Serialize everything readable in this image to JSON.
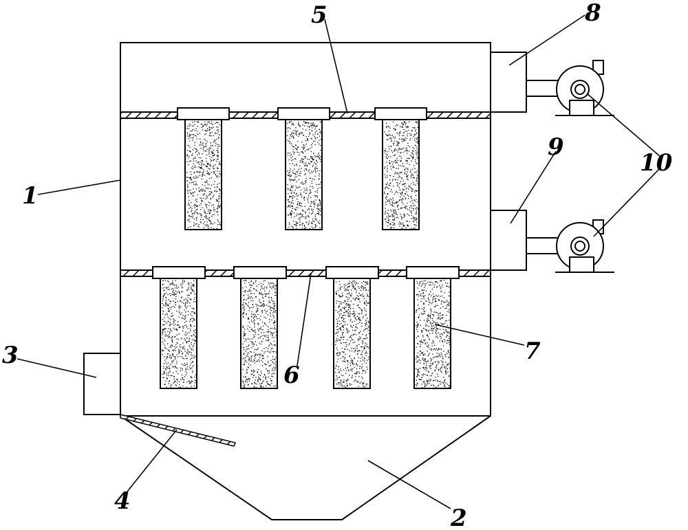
{
  "diagram": {
    "labels": {
      "l1": "1",
      "l2": "2",
      "l3": "3",
      "l4": "4",
      "l5": "5",
      "l6": "6",
      "l7": "7",
      "l8": "8",
      "l9": "9",
      "l10": "10"
    },
    "colors": {
      "line": "#000000",
      "background": "#ffffff",
      "filter_speckle": "#000000"
    }
  }
}
